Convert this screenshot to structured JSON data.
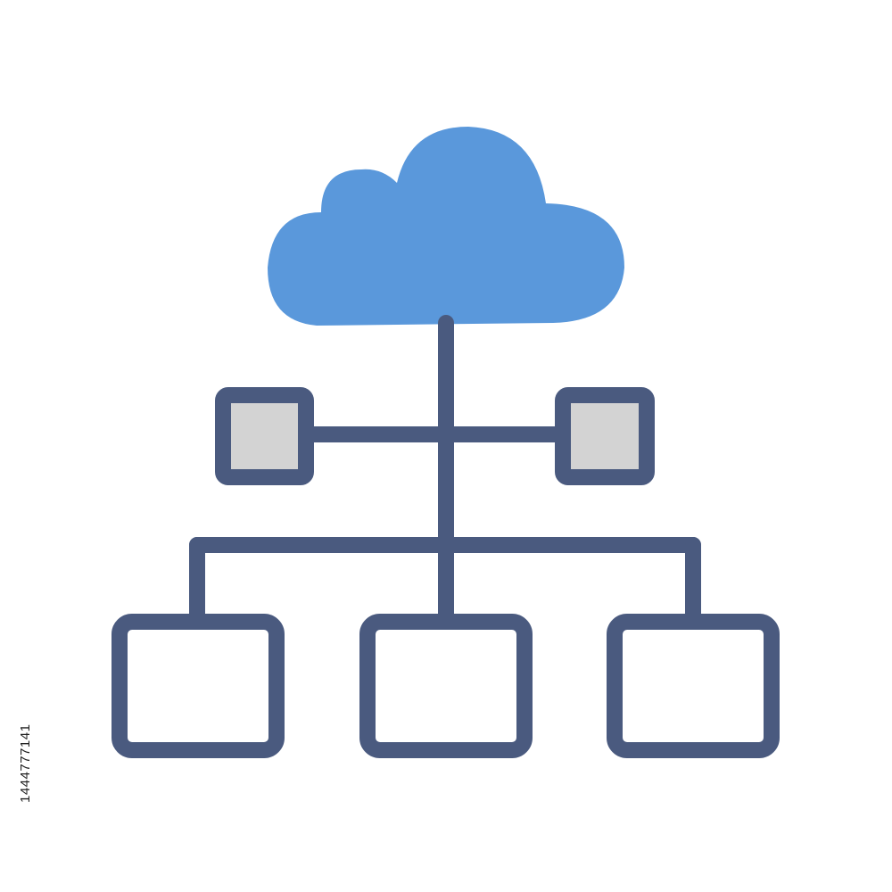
{
  "image": {
    "stock_id": "1444777141"
  },
  "diagram": {
    "colors": {
      "cloud_fill": "#5a98db",
      "line_color": "#4a5a7f",
      "small_box_fill": "#d3d3d3",
      "large_box_fill": "#ffffff",
      "background": "#ffffff"
    },
    "icons": {
      "cloud": "cloud-icon",
      "nodes": [
        "left-gray-node",
        "right-gray-node"
      ],
      "boxes": [
        "left-white-box",
        "center-white-box",
        "right-white-box"
      ]
    }
  }
}
